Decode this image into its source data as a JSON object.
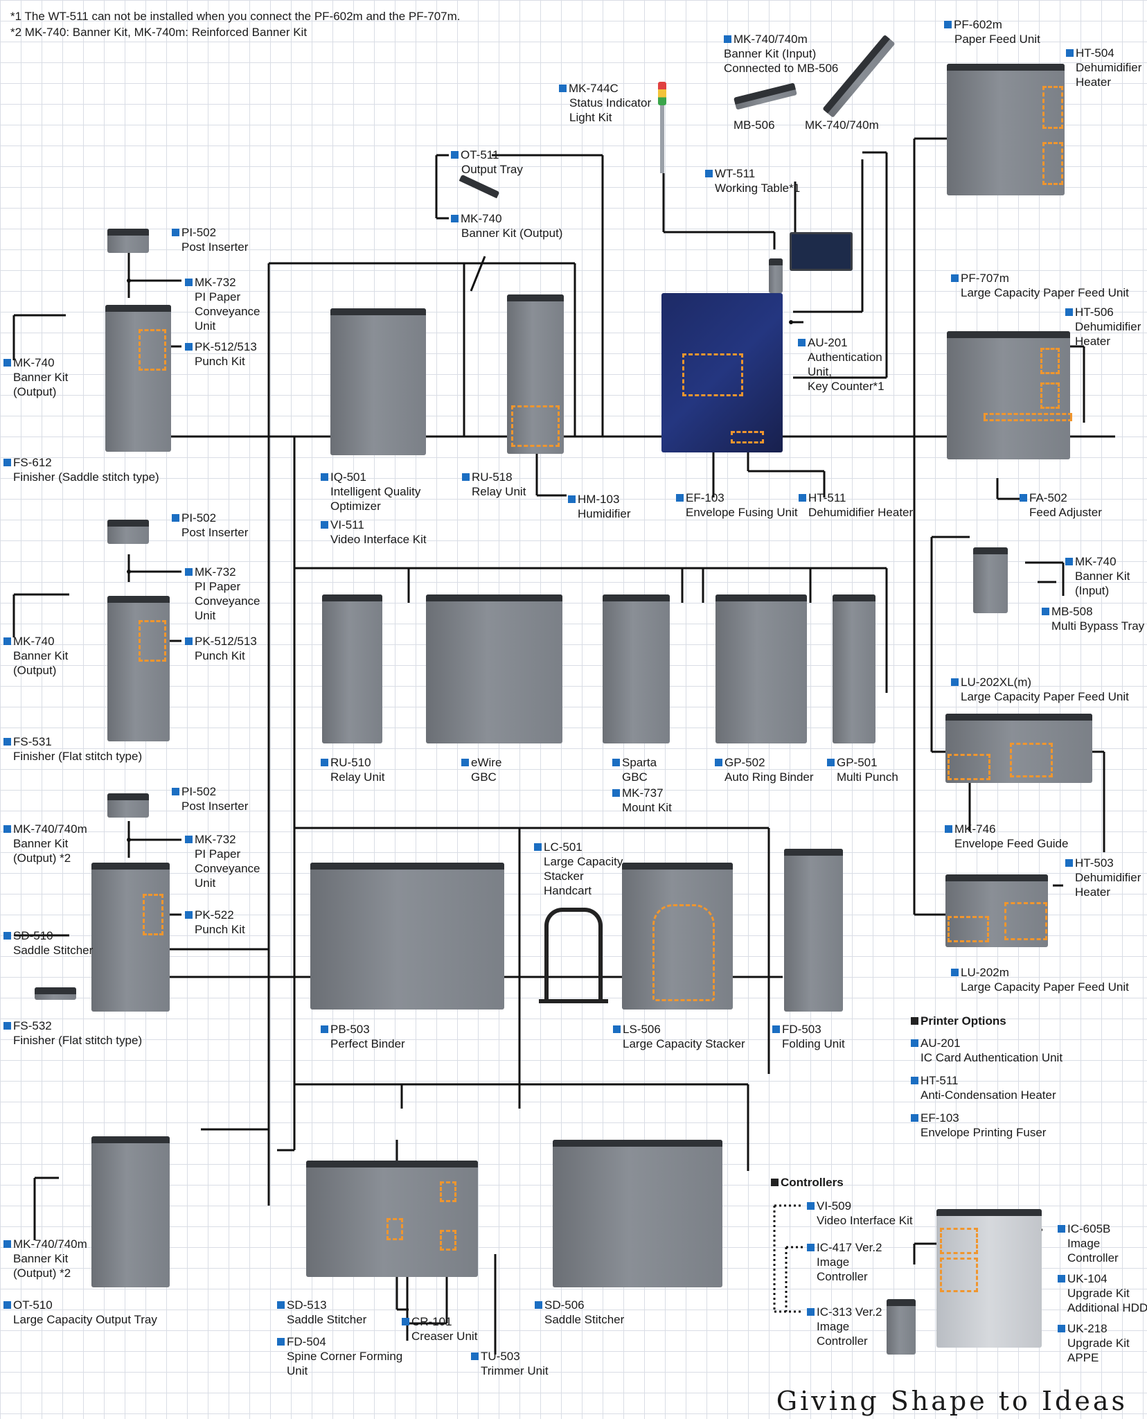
{
  "notes": {
    "note1": "*1 The WT-511 can not be installed when you connect the PF-602m and the PF-707m.",
    "note2": "*2 MK-740: Banner Kit, MK-740m: Reinforced Banner Kit"
  },
  "labels": {
    "mk740_input": {
      "code": "MK-740/740m",
      "desc": [
        "Banner Kit (Input)",
        "Connected to MB-506"
      ]
    },
    "mb506": {
      "desc": [
        "MB-506"
      ]
    },
    "mk740_740m_arm": {
      "desc": [
        "MK-740/740m"
      ]
    },
    "pf602m": {
      "code": "PF-602m",
      "desc": [
        "Paper Feed Unit"
      ]
    },
    "ht504": {
      "code": "HT-504",
      "desc": [
        "Dehumidifier",
        "Heater"
      ]
    },
    "mk744c": {
      "code": "MK-744C",
      "desc": [
        "Status Indicator",
        "Light Kit"
      ]
    },
    "ot511": {
      "code": "OT-511",
      "desc": [
        "Output Tray"
      ]
    },
    "mk740_output_top": {
      "code": "MK-740",
      "desc": [
        "Banner Kit (Output)"
      ]
    },
    "wt511": {
      "code": "WT-511",
      "desc": [
        "Working Table*1"
      ]
    },
    "pi502_1": {
      "code": "PI-502",
      "desc": [
        "Post Inserter"
      ]
    },
    "mk732_1": {
      "code": "MK-732",
      "desc": [
        "PI Paper",
        "Conveyance",
        "Unit"
      ]
    },
    "pk512_1": {
      "code": "PK-512/513",
      "desc": [
        "Punch Kit"
      ]
    },
    "mk740_left1": {
      "code": "MK-740",
      "desc": [
        "Banner Kit",
        "(Output)"
      ]
    },
    "fs612": {
      "code": "FS-612",
      "desc": [
        "Finisher (Saddle stitch type)"
      ]
    },
    "pf707m": {
      "code": "PF-707m",
      "desc": [
        "Large Capacity Paper Feed Unit"
      ]
    },
    "ht506": {
      "code": "HT-506",
      "desc": [
        "Dehumidifier",
        "Heater"
      ]
    },
    "au201_top": {
      "code": "AU-201",
      "desc": [
        "Authentication",
        "Unit,",
        "Key Counter*1"
      ]
    },
    "iq501": {
      "code": "IQ-501",
      "desc": [
        "Intelligent Quality",
        "Optimizer"
      ]
    },
    "vi511": {
      "code": "VI-511",
      "desc": [
        "Video Interface Kit"
      ]
    },
    "ru518": {
      "code": "RU-518",
      "desc": [
        "Relay Unit"
      ]
    },
    "hm103": {
      "code": "HM-103",
      "desc": [
        "Humidifier"
      ]
    },
    "ef103_top": {
      "code": "EF-103",
      "desc": [
        "Envelope Fusing Unit"
      ]
    },
    "ht511_top": {
      "code": "HT-511",
      "desc": [
        "Dehumidifier Heater"
      ]
    },
    "fa502": {
      "code": "FA-502",
      "desc": [
        "Feed Adjuster"
      ]
    },
    "pi502_2": {
      "code": "PI-502",
      "desc": [
        "Post Inserter"
      ]
    },
    "mk732_2": {
      "code": "MK-732",
      "desc": [
        "PI Paper",
        "Conveyance",
        "Unit"
      ]
    },
    "pk512_2": {
      "code": "PK-512/513",
      "desc": [
        "Punch Kit"
      ]
    },
    "mk740_left2": {
      "code": "MK-740",
      "desc": [
        "Banner Kit",
        "(Output)"
      ]
    },
    "fs531": {
      "code": "FS-531",
      "desc": [
        "Finisher (Flat stitch type)"
      ]
    },
    "mk740_input_right": {
      "code": "MK-740",
      "desc": [
        "Banner Kit",
        "(Input)"
      ]
    },
    "mb508": {
      "code": "MB-508",
      "desc": [
        "Multi Bypass Tray"
      ]
    },
    "lu202xl": {
      "code": "LU-202XL(m)",
      "desc": [
        "Large Capacity Paper Feed Unit"
      ]
    },
    "ru510": {
      "code": "RU-510",
      "desc": [
        "Relay Unit"
      ]
    },
    "ewire": {
      "code": "eWire",
      "desc": [
        "GBC"
      ]
    },
    "sparta": {
      "code": "Sparta",
      "desc": [
        "GBC"
      ]
    },
    "mk737": {
      "code": "MK-737",
      "desc": [
        "Mount Kit"
      ]
    },
    "gp502": {
      "code": "GP-502",
      "desc": [
        "Auto Ring Binder"
      ]
    },
    "gp501": {
      "code": "GP-501",
      "desc": [
        "Multi Punch"
      ]
    },
    "pi502_3": {
      "code": "PI-502",
      "desc": [
        "Post Inserter"
      ]
    },
    "mk740_left3": {
      "code": "MK-740/740m",
      "desc": [
        "Banner Kit",
        "(Output) *2"
      ]
    },
    "mk732_3": {
      "code": "MK-732",
      "desc": [
        "PI Paper",
        "Conveyance",
        "Unit"
      ]
    },
    "pk522": {
      "code": "PK-522",
      "desc": [
        "Punch Kit"
      ]
    },
    "sd510": {
      "code": "SD-510",
      "desc": [
        "Saddle Stitcher"
      ]
    },
    "fs532": {
      "code": "FS-532",
      "desc": [
        "Finisher (Flat stitch type)"
      ]
    },
    "lc501": {
      "code": "LC-501",
      "desc": [
        "Large Capacity",
        "Stacker",
        "Handcart"
      ]
    },
    "mk746": {
      "code": "MK-746",
      "desc": [
        "Envelope Feed Guide"
      ]
    },
    "ht503": {
      "code": "HT-503",
      "desc": [
        "Dehumidifier",
        "Heater"
      ]
    },
    "lu202m": {
      "code": "LU-202m",
      "desc": [
        "Large Capacity Paper Feed Unit"
      ]
    },
    "pb503": {
      "code": "PB-503",
      "desc": [
        "Perfect Binder"
      ]
    },
    "ls506": {
      "code": "LS-506",
      "desc": [
        "Large Capacity Stacker"
      ]
    },
    "fd503": {
      "code": "FD-503",
      "desc": [
        "Folding Unit"
      ]
    },
    "mk740_left4": {
      "code": "MK-740/740m",
      "desc": [
        "Banner Kit",
        "(Output) *2"
      ]
    },
    "ot510": {
      "code": "OT-510",
      "desc": [
        "Large Capacity Output Tray"
      ]
    },
    "sd513": {
      "code": "SD-513",
      "desc": [
        "Saddle Stitcher"
      ]
    },
    "fd504": {
      "code": "FD-504",
      "desc": [
        "Spine Corner Forming",
        "Unit"
      ]
    },
    "cr101": {
      "code": "CR-101",
      "desc": [
        "Creaser Unit"
      ]
    },
    "tu503": {
      "code": "TU-503",
      "desc": [
        "Trimmer Unit"
      ]
    },
    "sd506": {
      "code": "SD-506",
      "desc": [
        "Saddle Stitcher"
      ]
    },
    "vi509": {
      "code": "VI-509",
      "desc": [
        "Video Interface Kit"
      ]
    },
    "ic417": {
      "code": "IC-417 Ver.2",
      "desc": [
        "Image",
        "Controller"
      ]
    },
    "ic313": {
      "code": "IC-313 Ver.2",
      "desc": [
        "Image",
        "Controller"
      ]
    },
    "ic605b": {
      "code": "IC-605B",
      "desc": [
        "Image",
        "Controller"
      ]
    },
    "uk104": {
      "code": "UK-104",
      "desc": [
        "Upgrade Kit",
        "Additional HDD"
      ]
    },
    "uk218": {
      "code": "UK-218",
      "desc": [
        "Upgrade Kit",
        "APPE"
      ]
    },
    "opt_au201": {
      "code": "AU-201",
      "desc": [
        "IC Card Authentication Unit"
      ]
    },
    "opt_ht511": {
      "code": "HT-511",
      "desc": [
        "Anti-Condensation Heater"
      ]
    },
    "opt_ef103": {
      "code": "EF-103",
      "desc": [
        "Envelope Printing Fuser"
      ]
    }
  },
  "sections": {
    "printer_options": "Printer Options",
    "controllers": "Controllers"
  },
  "footer": {
    "tagline": "Giving Shape to Ideas"
  },
  "colors": {
    "code_square": "#1b6ec2",
    "dashed_highlight": "#f0962e",
    "wire": "#111111",
    "machine_gray": "#7b8087",
    "printer_blue": "#1d2a66"
  }
}
